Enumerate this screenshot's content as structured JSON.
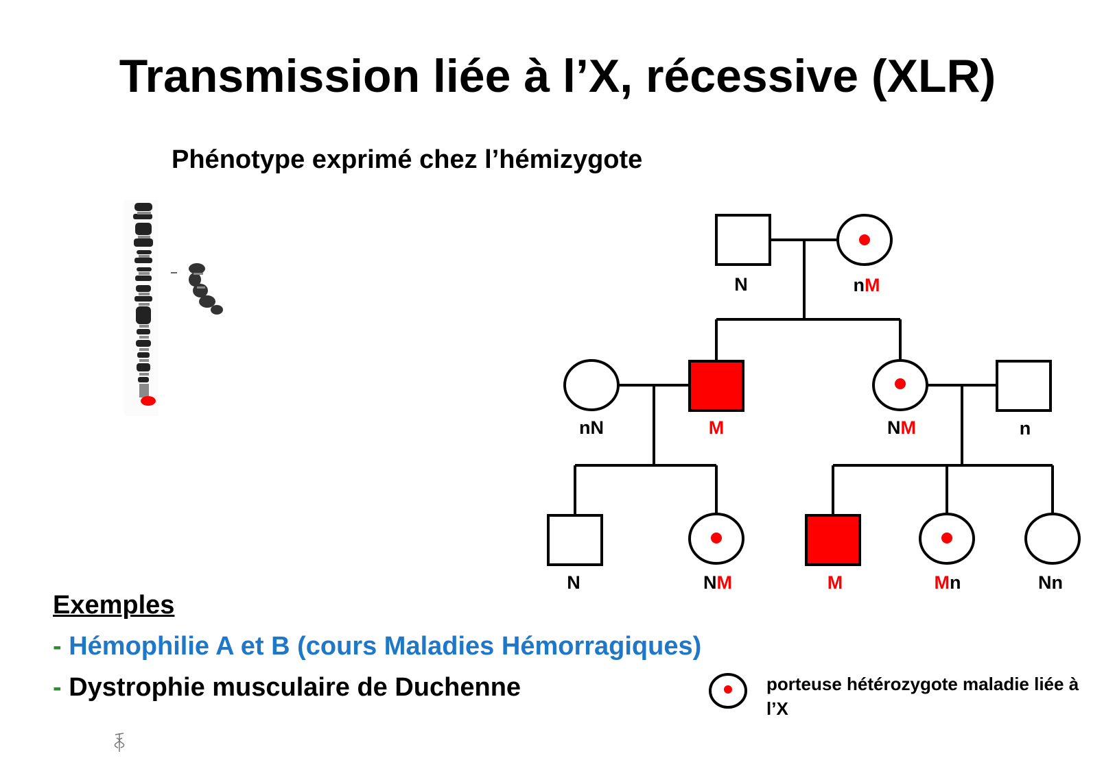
{
  "title": "Transmission liée à l’X, récessive (XLR)",
  "subtitle": "Phénotype exprimé chez l’hémizygote",
  "colors": {
    "affected": "#ff0000",
    "carrier_dot": "#ff0000",
    "link_blue": "#1f77c8",
    "dash_green": "#2e8b2e"
  },
  "pedigree": {
    "gen1": {
      "father": {
        "sex": "male",
        "status": "unaffected",
        "genotype": [
          "N"
        ]
      },
      "mother": {
        "sex": "female",
        "status": "carrier",
        "genotype": [
          "n",
          "M"
        ]
      }
    },
    "gen2": {
      "spouse_left": {
        "sex": "female",
        "status": "unaffected",
        "genotype": [
          "n",
          "N"
        ]
      },
      "son": {
        "sex": "male",
        "status": "affected",
        "genotype": [
          "M"
        ]
      },
      "daughter": {
        "sex": "female",
        "status": "carrier",
        "genotype": [
          "N",
          "M"
        ]
      },
      "spouse_right": {
        "sex": "male",
        "status": "unaffected",
        "genotype": [
          "n"
        ]
      }
    },
    "gen3": {
      "c1": {
        "sex": "male",
        "status": "unaffected",
        "genotype": [
          "N"
        ]
      },
      "c2": {
        "sex": "female",
        "status": "carrier",
        "genotype": [
          "N",
          "M"
        ]
      },
      "c3": {
        "sex": "male",
        "status": "affected",
        "genotype": [
          "M"
        ]
      },
      "c4": {
        "sex": "female",
        "status": "carrier",
        "genotype": [
          "M",
          "n"
        ]
      },
      "c5": {
        "sex": "female",
        "status": "unaffected",
        "genotype": [
          "N",
          "n"
        ]
      }
    }
  },
  "examples": {
    "heading": "Exemples",
    "dash": "-",
    "item1": "Hémophilie A et B (cours Maladies Hémorragiques)",
    "item2": "Dystrophie musculaire de Duchenne"
  },
  "legend": {
    "text": "porteuse hétérozygote maladie liée à l’X",
    "symbol": "carrier-female-icon"
  },
  "images": {
    "chromosome": "x-chromosome-karyotype-image",
    "small_glyph": "caduceus-icon"
  }
}
